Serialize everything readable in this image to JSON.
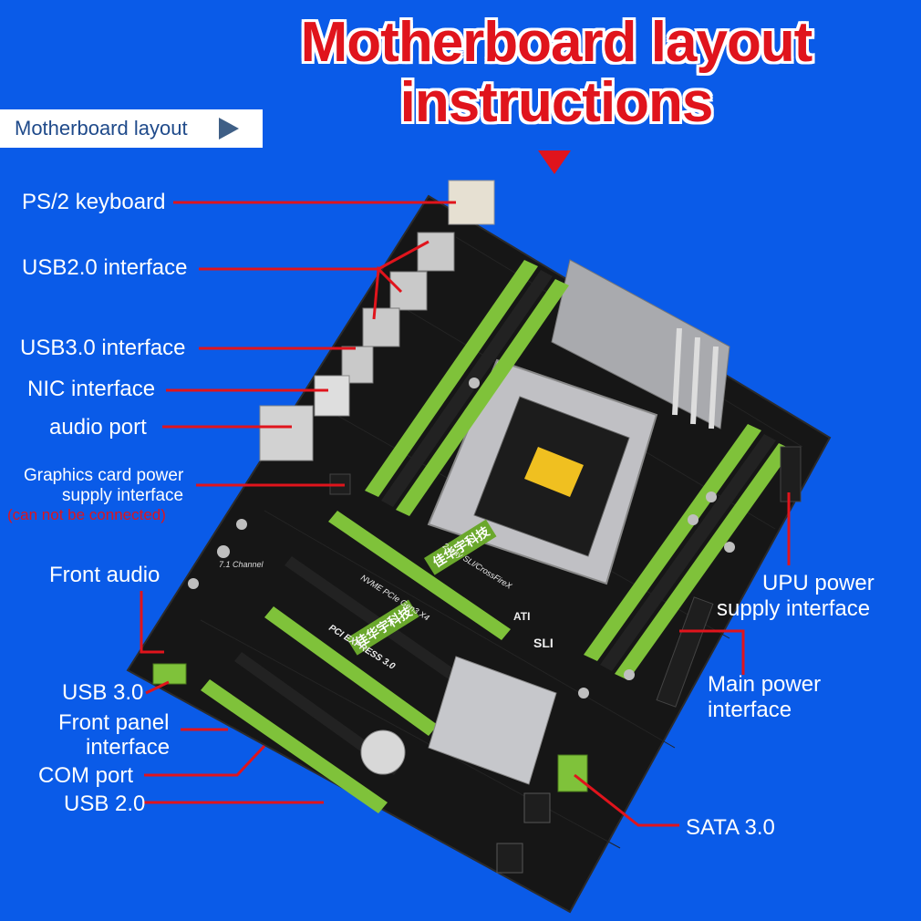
{
  "title": {
    "line1": "Motherboard layout",
    "line2": "instructions"
  },
  "tab": {
    "label": "Motherboard layout"
  },
  "labels": {
    "ps2_keyboard": "PS/2 keyboard",
    "usb20_interface": "USB2.0 interface",
    "usb30_interface": "USB3.0 interface",
    "nic_interface": "NIC interface",
    "audio_port": "audio port",
    "gpu_power_line1": "Graphics card power",
    "gpu_power_line2": "supply interface",
    "gpu_power_note": "(can not be connected)",
    "front_audio": "Front audio",
    "usb30": "USB 3.0",
    "front_panel_line1": "Front panel",
    "front_panel_line2": "interface",
    "com_port": "COM port",
    "usb20": "USB 2.0",
    "cpu_power_line1": "UPU power",
    "cpu_power_line2": "supply interface",
    "main_power_line1": "Main power",
    "main_power_line2": "interface",
    "sata30": "SATA 3.0"
  },
  "board_text": {
    "brand_1": "佳华宇科技",
    "brand_2": "佳华宇科技",
    "nvme": "NVME PCIe Gen3 X4",
    "sli": "2 way SLI/CrossFireX",
    "pcie": "PCI EXPRESS 3.0",
    "sli_logo": "SLI",
    "ati_logo": "ATI",
    "channel": "7.1 Channel"
  },
  "colors": {
    "background": "#0a5be8",
    "title": "#e0141c",
    "pointer": "#e0141c",
    "board": "#141414",
    "slot_green": "#7fc23a"
  }
}
